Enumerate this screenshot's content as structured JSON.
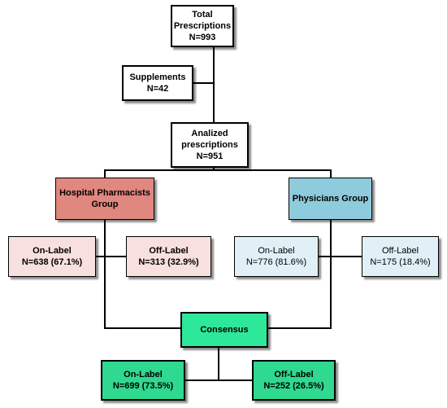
{
  "nodes": {
    "total": {
      "title": "Total Prescriptions",
      "count": "N=993"
    },
    "supplements": {
      "title": "Supplements",
      "count": "N=42"
    },
    "analized": {
      "title_line1": "Analized",
      "title_line2": "prescriptions",
      "count": "N=951"
    },
    "hospital": {
      "title_line1": "Hospital Pharmacists",
      "title_line2": "Group"
    },
    "physicians": {
      "title": "Physicians Group"
    },
    "hosp_on": {
      "title": "On-Label",
      "count": "N=638 (67.1%)"
    },
    "hosp_off": {
      "title": "Off-Label",
      "count": "N=313 (32.9%)"
    },
    "phys_on": {
      "title": "On-Label",
      "count": "N=776 (81.6%)"
    },
    "phys_off": {
      "title": "Off-Label",
      "count": "N=175 (18.4%)"
    },
    "consensus": {
      "title": "Consensus"
    },
    "cons_on": {
      "title": "On-Label",
      "count": "N=699 (73.5%)"
    },
    "cons_off": {
      "title": "Off-Label",
      "count": "N=252 (26.5%)"
    }
  },
  "colors": {
    "hospital_fill": "#e0877f",
    "physicians_fill": "#8ecbdc",
    "hosp_sub_fill": "#f7e0de",
    "phys_sub_fill": "#e0f0f6",
    "consensus_fill": "#2ee89a",
    "consensus_sub_fill": "#2fd98f",
    "line": "#000000"
  }
}
